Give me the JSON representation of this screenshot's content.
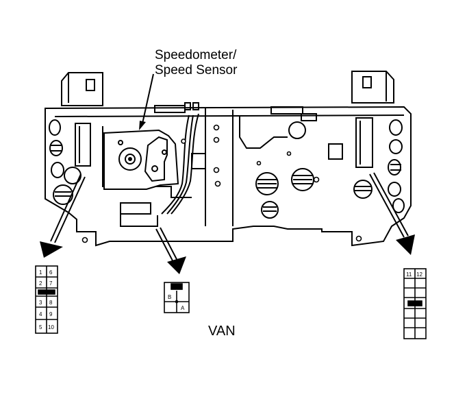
{
  "callout": {
    "line1": "Speedometer/",
    "line2": "Speed Sensor"
  },
  "vehicle_label": "VAN",
  "left_connector": {
    "rows": [
      [
        "1",
        "6"
      ],
      [
        "2",
        "7"
      ],
      [
        "",
        ""
      ],
      [
        "3",
        "8"
      ],
      [
        "4",
        "9"
      ],
      [
        "5",
        "10"
      ]
    ]
  },
  "center_connector": {
    "pin_b": "B",
    "pin_a": "A"
  },
  "right_connector": {
    "rows": [
      [
        "11",
        "12"
      ],
      [
        "",
        ""
      ],
      [
        "",
        ""
      ],
      [
        "",
        ""
      ],
      [
        "",
        ""
      ],
      [
        "",
        ""
      ],
      [
        "",
        ""
      ]
    ]
  }
}
